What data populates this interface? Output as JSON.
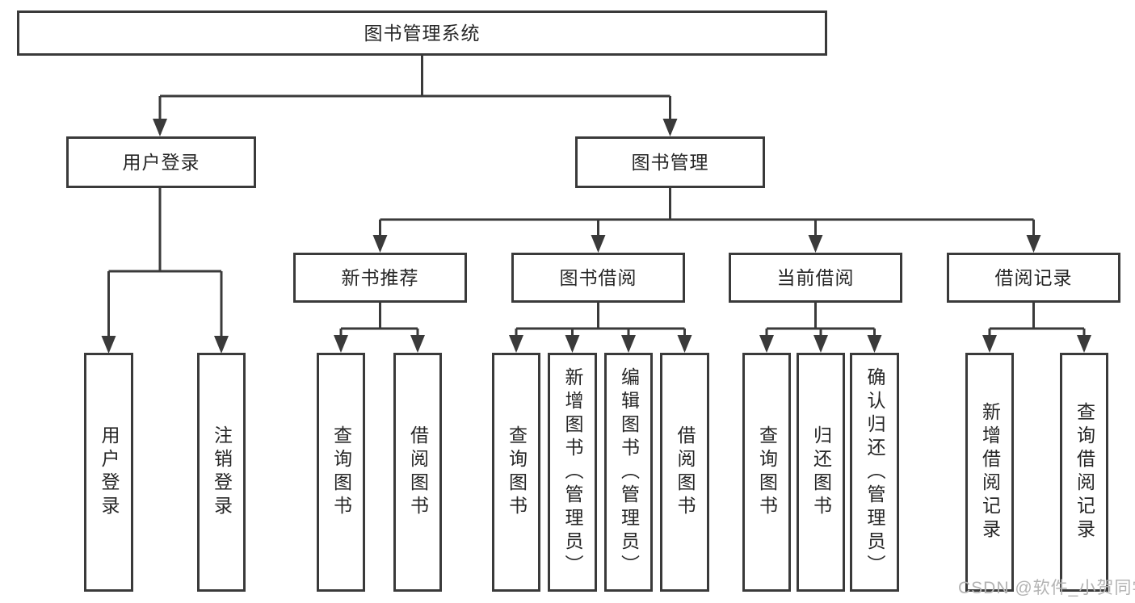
{
  "diagram": {
    "type": "hierarchy-tree",
    "tree": {
      "root": {
        "label": "图书管理系统"
      },
      "branches": [
        {
          "label": "用户登录",
          "children": [
            {
              "label": "用户登录"
            },
            {
              "label": "注销登录"
            }
          ]
        },
        {
          "label": "图书管理",
          "children": [
            {
              "label": "新书推荐",
              "children": [
                {
                  "label": "查询图书"
                },
                {
                  "label": "借阅图书"
                }
              ]
            },
            {
              "label": "图书借阅",
              "children": [
                {
                  "label": "查询图书"
                },
                {
                  "label": "新增图书（管理员）"
                },
                {
                  "label": "编辑图书（管理员）"
                },
                {
                  "label": "借阅图书"
                }
              ]
            },
            {
              "label": "当前借阅",
              "children": [
                {
                  "label": "查询图书"
                },
                {
                  "label": "归还图书"
                },
                {
                  "label": "确认归还（管理员）"
                }
              ]
            },
            {
              "label": "借阅记录",
              "children": [
                {
                  "label": "新增借阅记录"
                },
                {
                  "label": "查询借阅记录"
                }
              ]
            }
          ]
        }
      ]
    },
    "colors": {
      "line": "#3a3a3a",
      "box_border": "#3a3a3a",
      "box_fill": "#ffffff",
      "text": "#262626",
      "watermark_text": "#b3b3b3",
      "background": "#ffffff"
    }
  },
  "watermark": {
    "text": "CSDN @软件_小贺同学"
  }
}
